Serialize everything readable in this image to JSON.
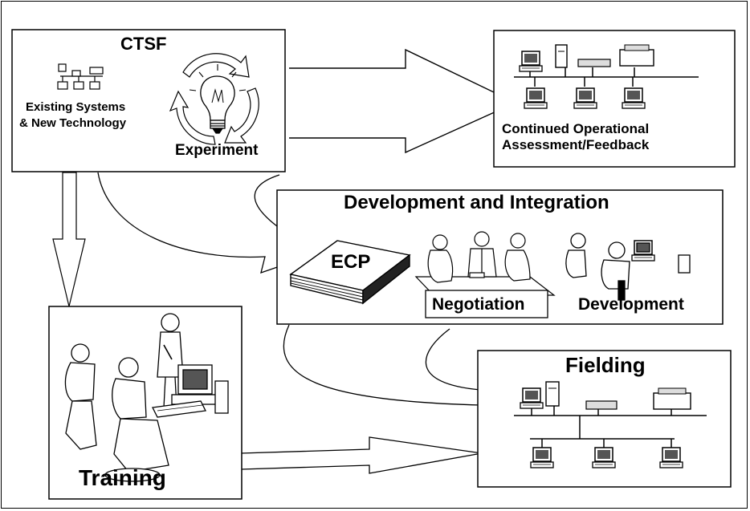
{
  "ctsf": {
    "title": "CTSF",
    "subtitle_line1": "Existing Systems",
    "subtitle_line2": "& New Technology",
    "experiment_label": "Experiment"
  },
  "assessment": {
    "line1": "Continued Operational",
    "line2": "Assessment/Feedback"
  },
  "development": {
    "title": "Development and Integration",
    "ecp_label": "ECP",
    "negotiation_label": "Negotiation",
    "development_label": "Development"
  },
  "training": {
    "label": "Training"
  },
  "fielding": {
    "label": "Fielding"
  },
  "icons": [
    "network-icon",
    "lightbulb-icon",
    "cycle-arrows-icon",
    "computer-icon",
    "printer-icon",
    "book-icon",
    "people-meeting-icon",
    "workstation-icon",
    "trainer-icon",
    "server-icon"
  ]
}
